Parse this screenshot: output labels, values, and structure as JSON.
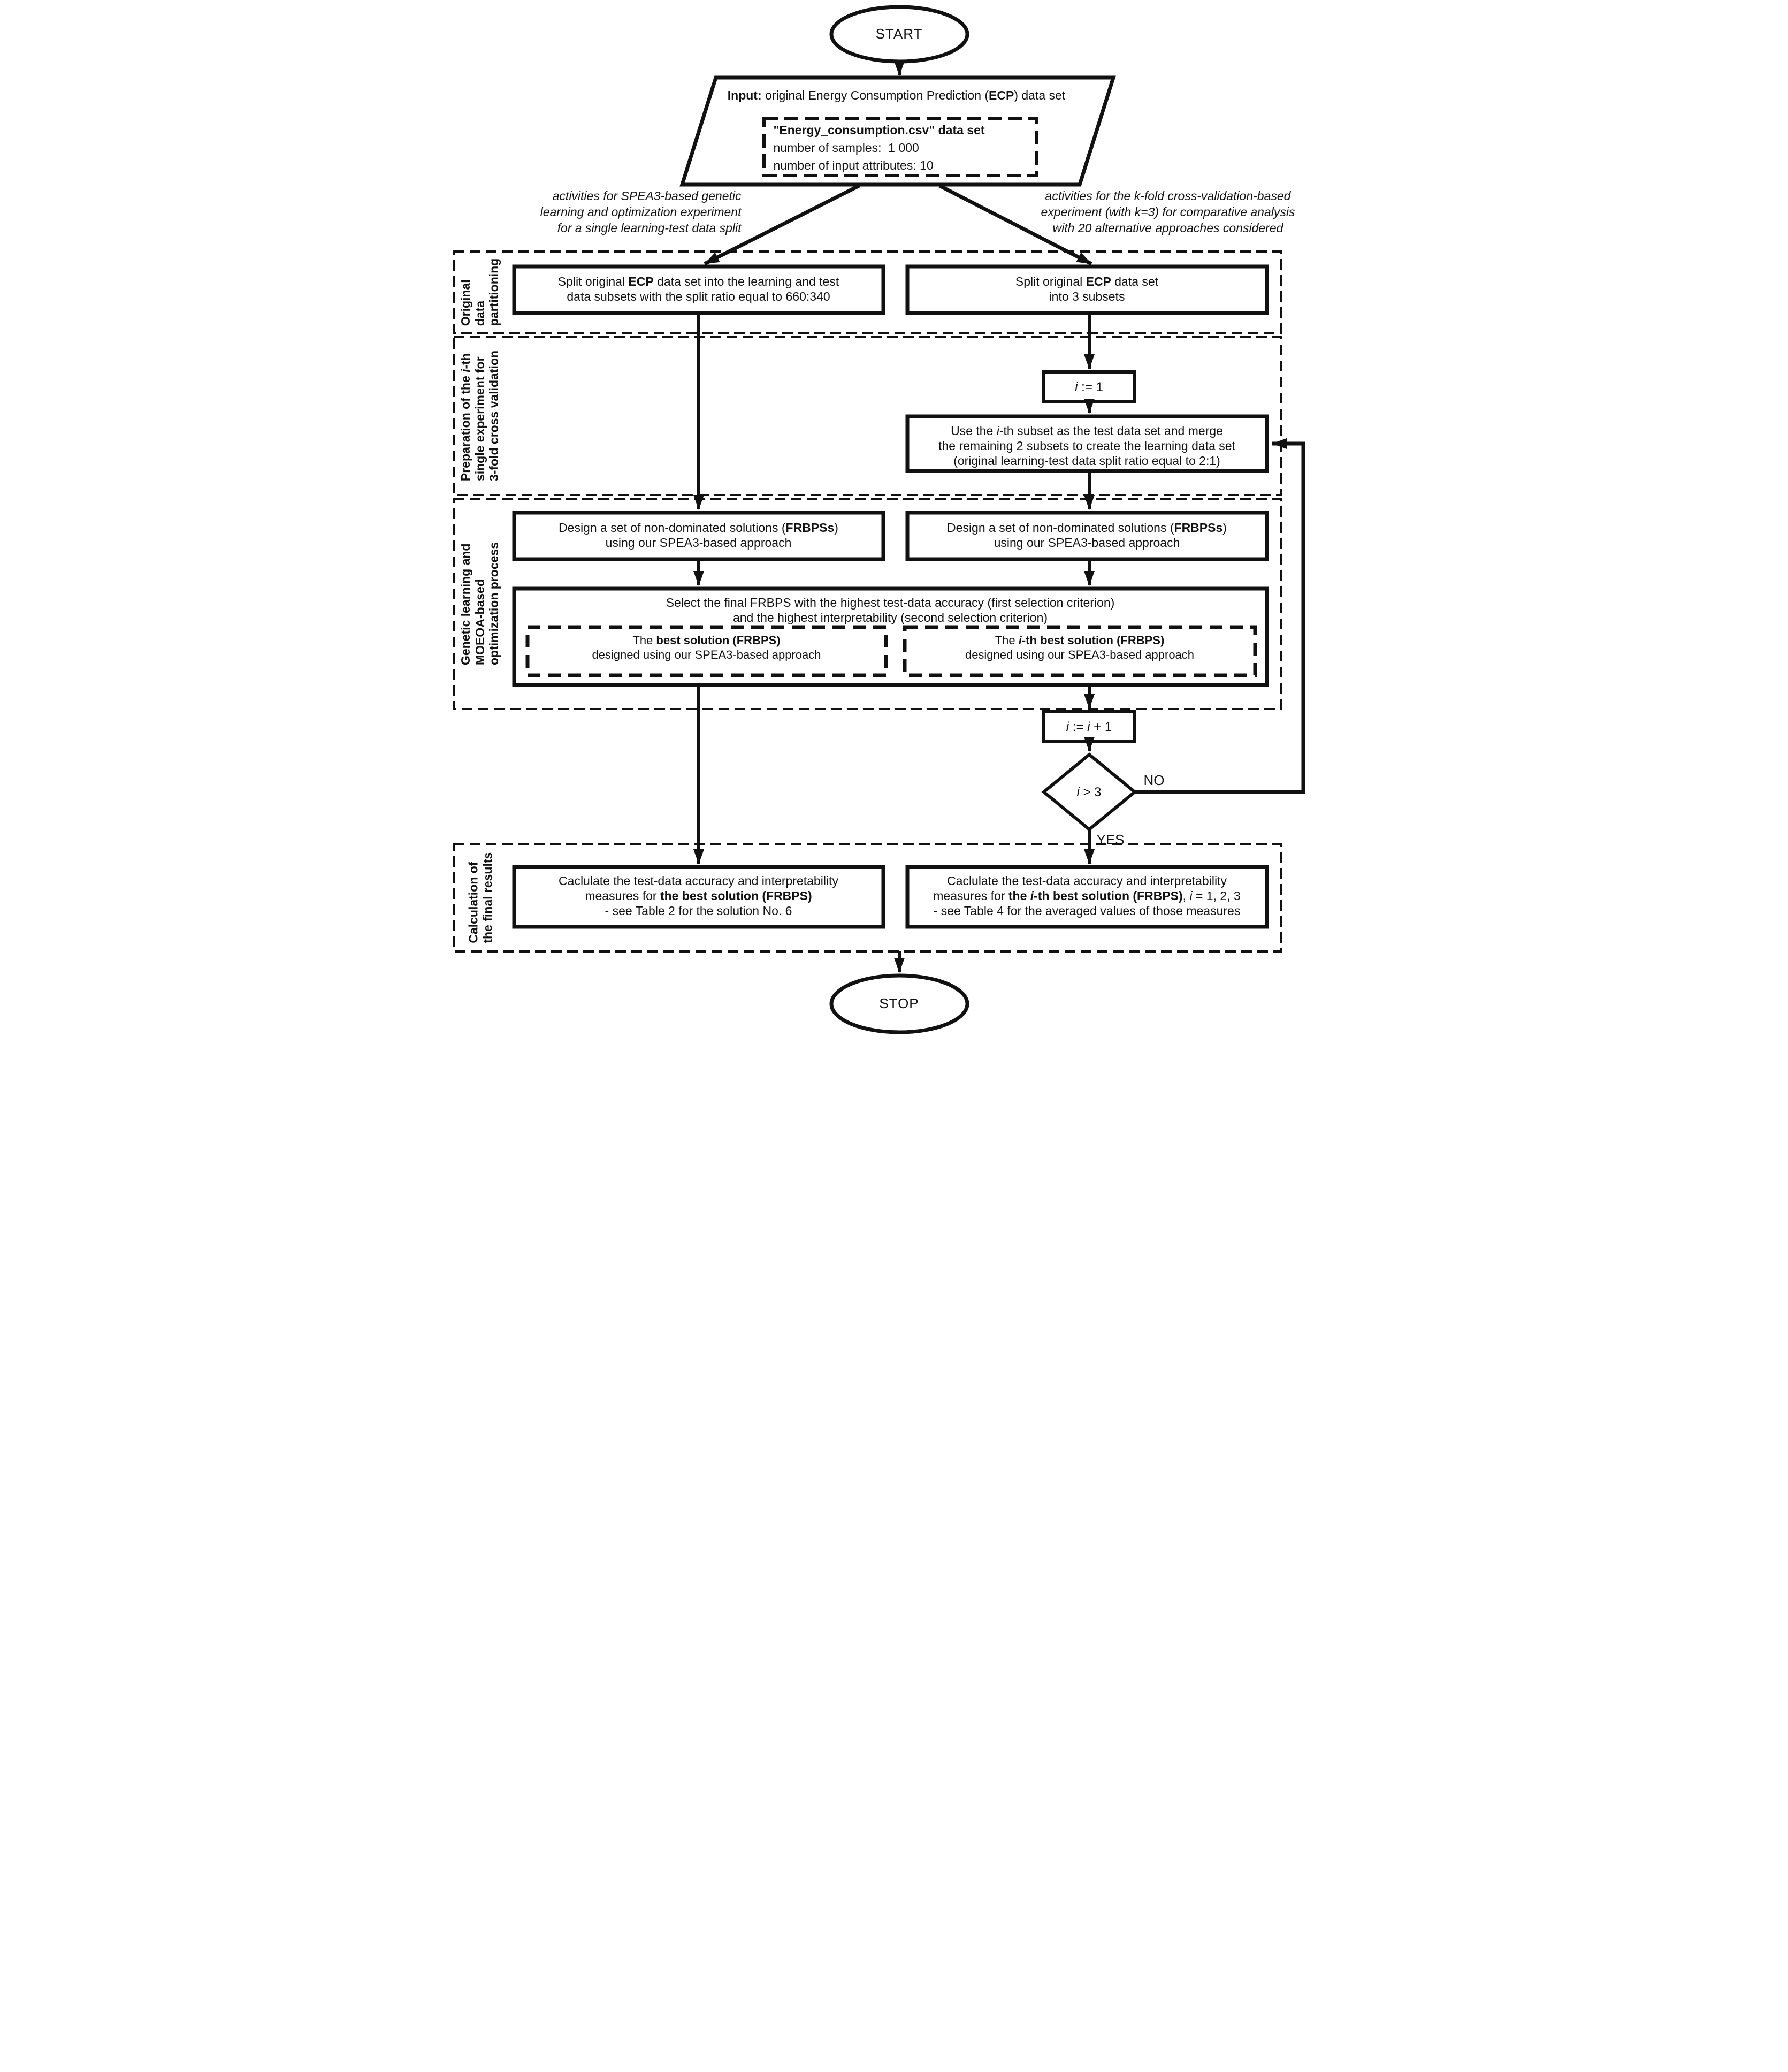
{
  "colors": {
    "ink": "#111111",
    "bg": "#ffffff"
  },
  "start": {
    "label": "START"
  },
  "stop": {
    "label": "STOP"
  },
  "input": {
    "title": "**Input:** original Energy Consumption Prediction (**ECP**) data set",
    "dataset": {
      "name": "**\"Energy_consumption.csv\" data set**",
      "samples": "number of samples:  1 000",
      "attributes": "number of input attributes: 10"
    }
  },
  "annotations": {
    "left": [
      "activities for SPEA3-based genetic",
      "learning and optimization experiment",
      "for a single learning-test data split"
    ],
    "right": [
      "activities for the k-fold cross-validation-based",
      "experiment (with k=3) for comparative analysis",
      "with 20 alternative approaches considered"
    ]
  },
  "sections": {
    "s1": {
      "label": [
        "Original",
        "data",
        "partitioning"
      ]
    },
    "s2": {
      "label": [
        "Preparation of the _i_-th",
        "single experiment for",
        "3-fold cross validation"
      ]
    },
    "s3": {
      "label": [
        "Genetic learning and",
        "MOEOA-based",
        "optimization process"
      ]
    },
    "s4": {
      "label": [
        "Calculation of",
        "the final results"
      ]
    }
  },
  "nodes": {
    "split_left": [
      "Split original **ECP** data set into the learning and test",
      "data subsets with the split ratio equal to 660:340"
    ],
    "split_right": [
      "Split original **ECP** data set",
      "into 3 subsets"
    ],
    "init_i": "_i_ := 1",
    "use_subset": [
      "Use the _i_-th subset as the test data set and merge",
      "the remaining 2 subsets to create the learning data set",
      "(original learning-test data split ratio equal to 2:1)"
    ],
    "design_left": [
      "Design a set of non-dominated solutions (**FRBPSs**)",
      "using our SPEA3-based approach"
    ],
    "design_right": [
      "Design a set of non-dominated solutions (**FRBPSs**)",
      "using our SPEA3-based approach"
    ],
    "select_final": [
      "Select the final FRBPS with the highest test-data accuracy (first selection criterion)",
      "and the highest interpretability (second selection criterion)"
    ],
    "best_left": [
      "The **best solution (FRBPS)**",
      "designed using our SPEA3-based approach"
    ],
    "best_right": [
      "The **_i_-th best solution (FRBPS)**",
      "designed using our SPEA3-based approach"
    ],
    "increment_i": "_i_ := _i_ + 1",
    "decision": "_i_ > 3",
    "no": "NO",
    "yes": "YES",
    "calc_left": [
      "Caclulate the test-data accuracy and interpretability",
      "measures for **the best solution (FRBPS)**",
      "- see Table 2 for the solution No. 6"
    ],
    "calc_right": [
      "Caclulate the test-data accuracy and interpretability",
      "measures for **the _i_-th best solution (FRBPS)**, _i_ = 1, 2, 3",
      "- see Table 4 for the averaged values of those measures"
    ]
  }
}
